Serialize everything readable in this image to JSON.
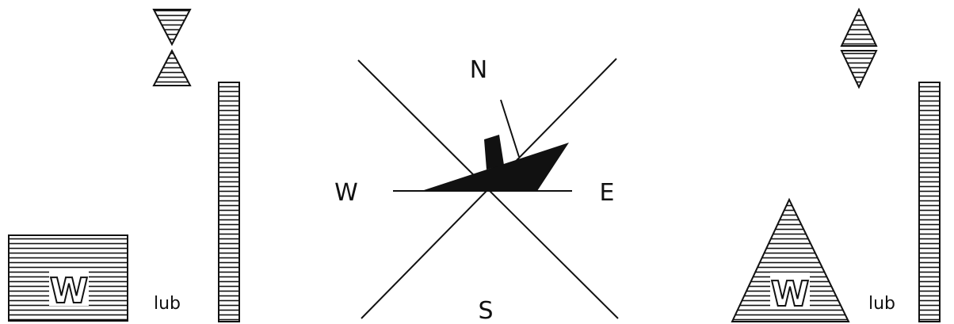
{
  "compass": {
    "north": "N",
    "south": "S",
    "east": "E",
    "west": "W"
  },
  "left_group": {
    "sign_letter": "W",
    "label": "lub"
  },
  "right_group": {
    "sign_letter": "W",
    "label": "lub"
  },
  "colors": {
    "ink": "#111111",
    "paper": "#ffffff"
  }
}
